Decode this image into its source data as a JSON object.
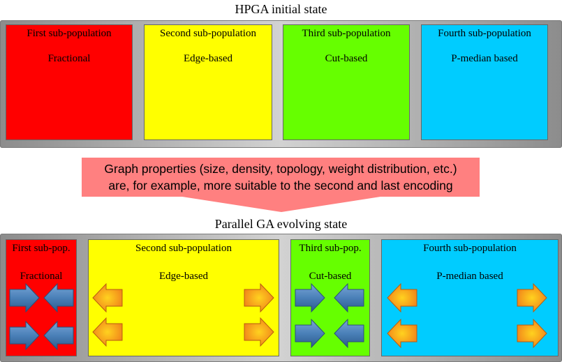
{
  "initial": {
    "title": "HPGA initial state",
    "boxes": [
      {
        "name": "First sub-population",
        "encoding": "Fractional"
      },
      {
        "name": "Second sub-population",
        "encoding": "Edge-based"
      },
      {
        "name": "Third sub-population",
        "encoding": "Cut-based"
      },
      {
        "name": "Fourth sub-population",
        "encoding": "P-median based"
      }
    ]
  },
  "middle": {
    "line1": "Graph properties (size, density, topology, weight distribution, etc.)",
    "line2": "are, for example, more suitable to the second and last encoding"
  },
  "evolving": {
    "title": "Parallel GA evolving state",
    "boxes": [
      {
        "name": "First sub-pop.",
        "encoding": "Fractional"
      },
      {
        "name": "Second sub-population",
        "encoding": "Edge-based"
      },
      {
        "name": "Third sub-pop.",
        "encoding": "Cut-based"
      },
      {
        "name": "Fourth sub-population",
        "encoding": "P-median based"
      }
    ]
  },
  "colors": {
    "red": "#ff0000",
    "yellow": "#ffff00",
    "green": "#66ff00",
    "cyan": "#00ccff",
    "banner": "#ff8080",
    "shrink_arrow": "#4a80b8",
    "grow_arrow": "#f08a1e"
  }
}
